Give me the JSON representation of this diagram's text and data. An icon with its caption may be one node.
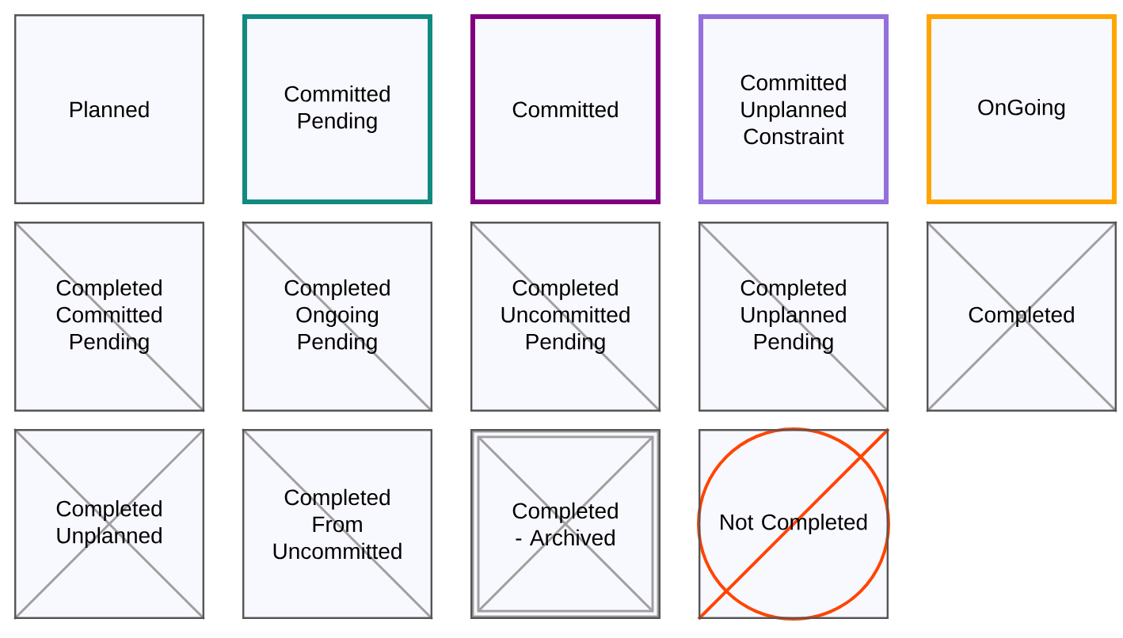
{
  "diagram": {
    "nodes": [
      {
        "text": [
          "Planned"
        ]
      },
      {
        "text": [
          "Committed Pending"
        ]
      },
      {
        "text": [
          "Committed"
        ]
      },
      {
        "text": [
          "Committed Unplanned Constraint"
        ]
      },
      {
        "text": [
          "OnGoing"
        ]
      },
      {
        "text": [
          "Completed Committed Pending"
        ]
      },
      {
        "text": [
          "Completed Ongoing Pending"
        ]
      },
      {
        "text": [
          "Completed Uncommitted Pending"
        ]
      },
      {
        "text": [
          "Completed Unplanned Pending"
        ]
      },
      {
        "text": [
          "Completed"
        ]
      },
      {
        "text": [
          "Completed Unplanned"
        ]
      },
      {
        "text": [
          "Completed From Uncommitted"
        ]
      },
      {
        "text": [
          "Completed - Archived"
        ]
      },
      {
        "text": [
          "Not Completed"
        ]
      }
    ]
  }
}
